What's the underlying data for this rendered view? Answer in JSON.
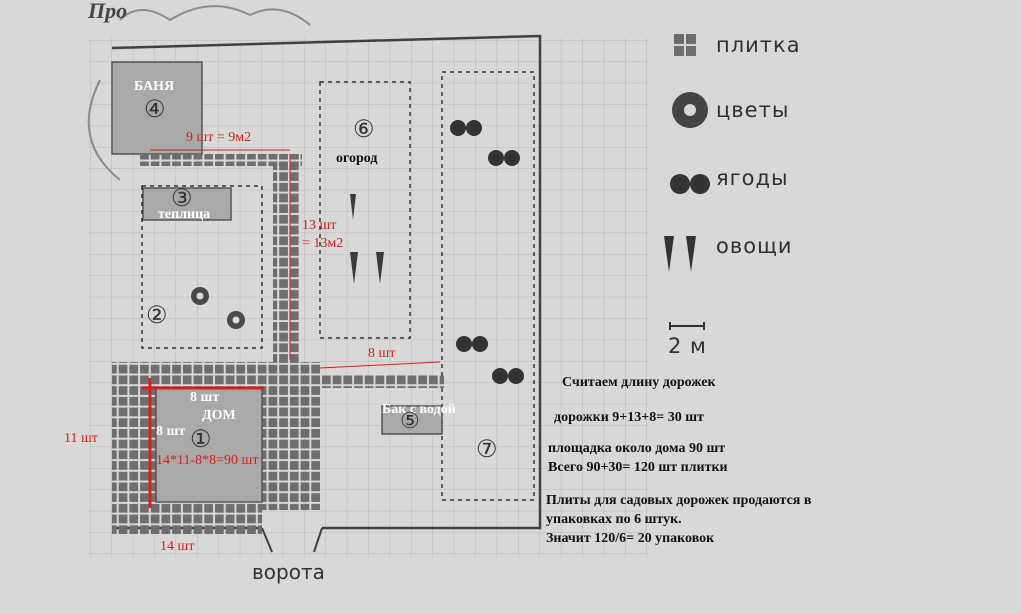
{
  "header": {
    "cutoff_text": "Про"
  },
  "plan": {
    "zones": [
      {
        "num": "①",
        "name": "ДОМ"
      },
      {
        "num": "②",
        "name": ""
      },
      {
        "num": "③",
        "name": "теплица"
      },
      {
        "num": "④",
        "name": "БАНЯ"
      },
      {
        "num": "⑤",
        "name": "Бак с водой"
      },
      {
        "num": "⑥",
        "name": "огород"
      },
      {
        "num": "⑦",
        "name": ""
      }
    ],
    "gate_label": "ворота"
  },
  "annotations": {
    "top_path": "9 шт = 9м2",
    "vertical_path_line1": "13 шт",
    "vertical_path_line2": "= 13м2",
    "right_path": "8 шт",
    "house_left": "11 шт",
    "house_bottom": "14 шт",
    "house_inner_top": "8 шт",
    "house_inner_left": "8 шт",
    "house_formula": "14*11-8*8=90 шт"
  },
  "legend": {
    "tile": "плитка",
    "flowers": "цветы",
    "berries": "ягоды",
    "vegetables": "овощи",
    "scale": "2 м"
  },
  "solution": {
    "line1": "Считаем длину дорожек",
    "line2": "дорожки 9+13+8= 30 шт",
    "line3": "площадка около дома 90 шт",
    "line4": "Всего 90+30= 120 шт плитки",
    "line5": "Плиты для садовых дорожек продаются в",
    "line6": "упаковках по 6 штук.",
    "line7": "Значит 120/6= 20 упаковок"
  },
  "colors": {
    "red": "#d51f1f",
    "tile": "#6e6e6e",
    "building": "#a9a9a7",
    "grid": "#b9b9b7"
  }
}
